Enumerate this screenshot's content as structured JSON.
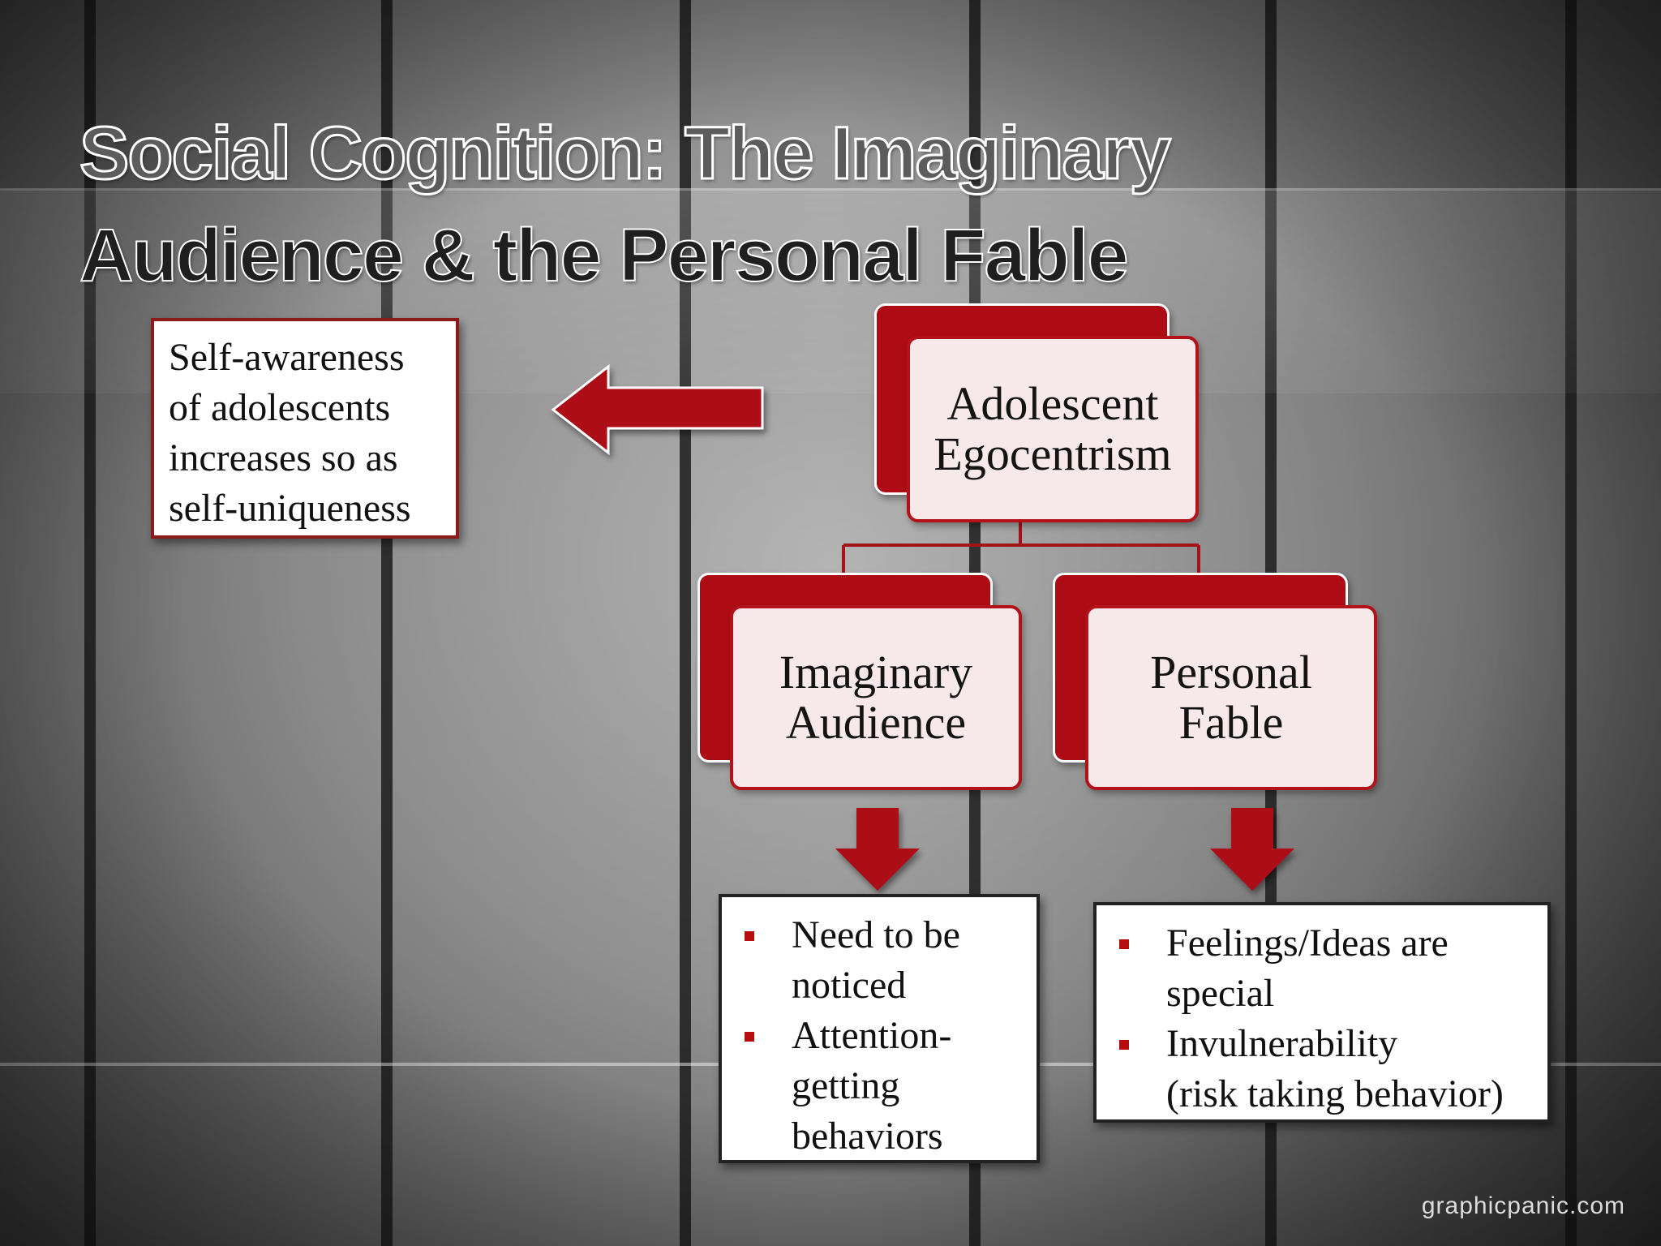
{
  "title": {
    "line1": "Social Cognition: The Imaginary",
    "line2": "Audience & the Personal Fable"
  },
  "side_note": {
    "lines": [
      "Self-awareness",
      "of adolescents",
      "increases so as",
      "self-uniqueness"
    ]
  },
  "nodes": {
    "root": {
      "line1": "Adolescent",
      "line2": "Egocentrism"
    },
    "left": {
      "line1": "Imaginary",
      "line2": "Audience"
    },
    "right": {
      "line1": "Personal",
      "line2": "Fable"
    }
  },
  "imaginary_audience_box": {
    "items": [
      {
        "line1": "Need to be",
        "line2": "noticed"
      },
      {
        "line1": "Attention-",
        "line2": "getting",
        "line3": "behaviors"
      }
    ]
  },
  "personal_fable_box": {
    "items": [
      {
        "line1": "Feelings/Ideas are",
        "line2": "special"
      },
      {
        "line1": "Invulnerability",
        "line2": "(risk taking behavior)"
      }
    ]
  },
  "brand": "graphicpanic.com",
  "colors": {
    "accent_red": "#ad0c14",
    "node_fill": "#f7e8ea"
  }
}
